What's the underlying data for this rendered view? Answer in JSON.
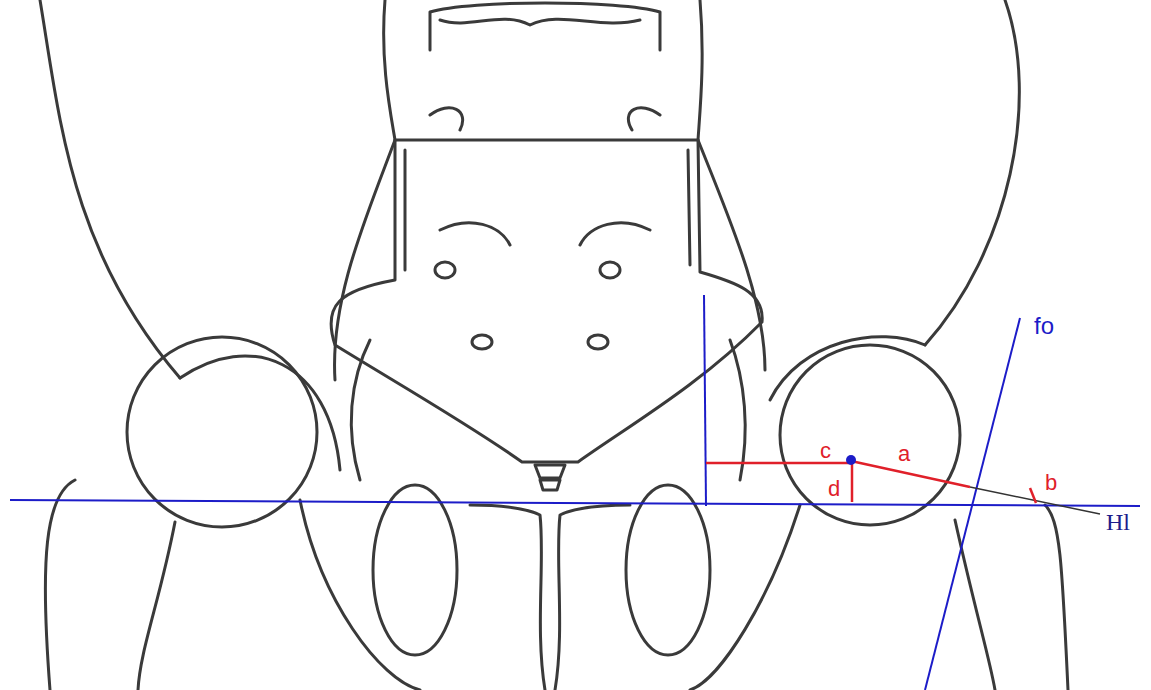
{
  "diagram": {
    "labels": [
      "c",
      "a",
      "d",
      "b",
      "fo",
      "Hl"
    ]
  }
}
